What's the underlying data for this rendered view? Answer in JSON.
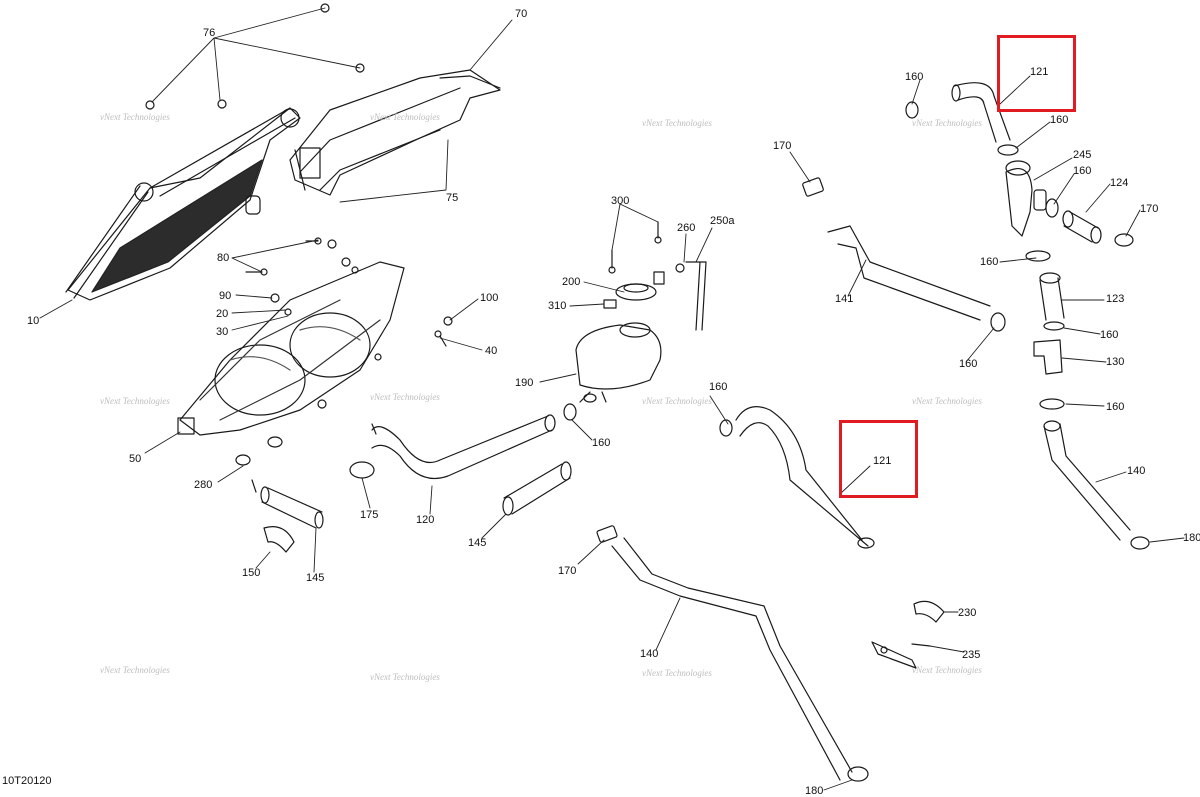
{
  "diagram": {
    "code": "10T20120",
    "watermark_line1": "vNext Technologies",
    "watermark_line2": "vNext\nTechnologies",
    "highlight_color": "#e11b22",
    "callouts": {
      "c76": "76",
      "c70": "70",
      "c75": "75",
      "c10": "10",
      "c80": "80",
      "c90": "90",
      "c20": "20",
      "c30": "30",
      "c50": "50",
      "c100": "100",
      "c40": "40",
      "c280": "280",
      "c145a": "145",
      "c150": "150",
      "c175": "175",
      "c120": "120",
      "c145b": "145",
      "c300": "300",
      "c260": "260",
      "c250a": "250a",
      "c200": "200",
      "c310": "310",
      "c190": "190",
      "c160a": "160",
      "c170a": "170",
      "c141": "141",
      "c160b": "160",
      "c160c": "160",
      "c121a": "121",
      "c121b": "121",
      "c170b": "170",
      "c140a": "140",
      "c180a": "180",
      "c230": "230",
      "c235": "235",
      "c160t1": "160",
      "c160t2": "160",
      "c245": "245",
      "c160t3": "160",
      "c124": "124",
      "c170c": "170",
      "c160t4": "160",
      "c123": "123",
      "c160t5": "160",
      "c130": "130",
      "c160t6": "160",
      "c140b": "140",
      "c180b": "180"
    }
  }
}
